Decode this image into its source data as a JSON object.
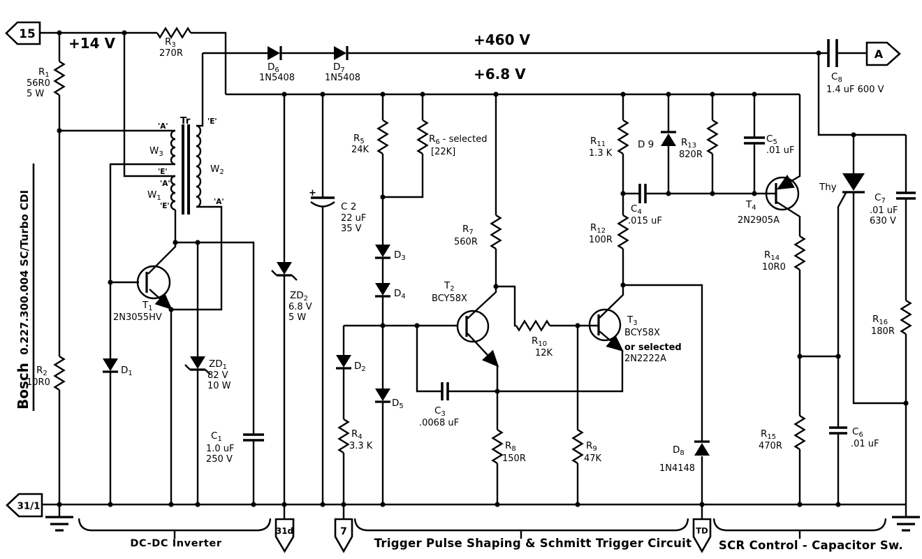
{
  "sidebar": {
    "brand": "Bosch",
    "code": "0.227.300.004  SC/Turbo CDI"
  },
  "rails": {
    "v14": "+14 V",
    "v460": "+460 V",
    "v68": "+6.8 V"
  },
  "connectors": {
    "c15": "15",
    "c31_1": "31/1",
    "c31d": "31d",
    "c7": "7",
    "ctd": "TD",
    "ca": "A"
  },
  "sections": {
    "s1": "DC-DC Inverter",
    "s2": "Trigger Pulse Shaping & Schmitt Trigger Circuit",
    "s3": "SCR Control - Capacitor Sw."
  },
  "transformer": {
    "name": "Tr",
    "w1": {
      "main": "W",
      "sub": "1"
    },
    "w2": {
      "main": "W",
      "sub": "2"
    },
    "w3": {
      "main": "W",
      "sub": "3"
    },
    "ta": "'A'",
    "te": "'E'"
  },
  "components": {
    "r1": {
      "main": "R",
      "sub": "1",
      "v1": "56R0",
      "v2": "5 W"
    },
    "r2": {
      "main": "R",
      "sub": "2",
      "v1": "10R0"
    },
    "r3": {
      "main": "R",
      "sub": "3",
      "v1": "270R"
    },
    "r4": {
      "main": "R",
      "sub": "4",
      "v1": "3.3 K"
    },
    "r5": {
      "main": "R",
      "sub": "5",
      "v1": "24K"
    },
    "r6": {
      "main": "R",
      "sub": "6",
      "suffix": "- selected",
      "v1": "[22K]"
    },
    "r7": {
      "main": "R",
      "sub": "7",
      "v1": "560R"
    },
    "r8": {
      "main": "R",
      "sub": "8",
      "v1": "150R"
    },
    "r9": {
      "main": "R",
      "sub": "9",
      "v1": "47K"
    },
    "r10": {
      "main": "R",
      "sub": "10",
      "v1": "12K"
    },
    "r11": {
      "main": "R",
      "sub": "11",
      "v1": "1.3 K"
    },
    "r12": {
      "main": "R",
      "sub": "12",
      "v1": "100R"
    },
    "r13": {
      "main": "R",
      "sub": "13",
      "v1": "820R"
    },
    "r14": {
      "main": "R",
      "sub": "14",
      "v1": "10R0"
    },
    "r15": {
      "main": "R",
      "sub": "15",
      "v1": "470R"
    },
    "r16": {
      "main": "R",
      "sub": "16",
      "v1": "180R"
    },
    "c1": {
      "main": "C",
      "sub": "1",
      "v1": "1.0 uF",
      "v2": "250 V"
    },
    "c2": {
      "main": "C 2",
      "v1": "22 uF",
      "v2": "35 V",
      "plus": "+"
    },
    "c3": {
      "main": "C",
      "sub": "3",
      "v1": ".0068 uF"
    },
    "c4": {
      "main": "C",
      "sub": "4",
      "v1": ".015 uF"
    },
    "c5": {
      "main": "C",
      "sub": "5",
      "v1": ".01 uF"
    },
    "c6": {
      "main": "C",
      "sub": "6",
      "v1": ".01 uF"
    },
    "c7": {
      "main": "C",
      "sub": "7",
      "v1": ".01 uF",
      "v2": "630 V"
    },
    "c8": {
      "main": "C",
      "sub": "8",
      "v1": "1.4 uF  600 V"
    },
    "d1": {
      "main": "D",
      "sub": "1"
    },
    "d2": {
      "main": "D",
      "sub": "2"
    },
    "d3": {
      "main": "D",
      "sub": "3"
    },
    "d4": {
      "main": "D",
      "sub": "4"
    },
    "d5": {
      "main": "D",
      "sub": "5"
    },
    "d6": {
      "main": "D",
      "sub": "6",
      "v1": "1N5408"
    },
    "d7": {
      "main": "D",
      "sub": "7",
      "v1": "1N5408"
    },
    "d8": {
      "main": "D",
      "sub": "8",
      "v1": "1N4148"
    },
    "d9": {
      "main": "D 9"
    },
    "zd1": {
      "main": "ZD",
      "sub": "1",
      "v1": "82 V",
      "v2": "10 W"
    },
    "zd2": {
      "main": "ZD",
      "sub": "2",
      "v1": "6.8 V",
      "v2": "5 W"
    },
    "t1": {
      "main": "T",
      "sub": "1",
      "v1": "2N3055HV"
    },
    "t2": {
      "main": "T",
      "sub": "2",
      "v1": "BCY58X"
    },
    "t3": {
      "main": "T",
      "sub": "3",
      "v1": "BCY58X",
      "v2": "or selected",
      "v3": "2N2222A"
    },
    "t4": {
      "main": "T",
      "sub": "4",
      "v1": "2N2905A"
    },
    "thy": {
      "main": "Thy"
    }
  }
}
